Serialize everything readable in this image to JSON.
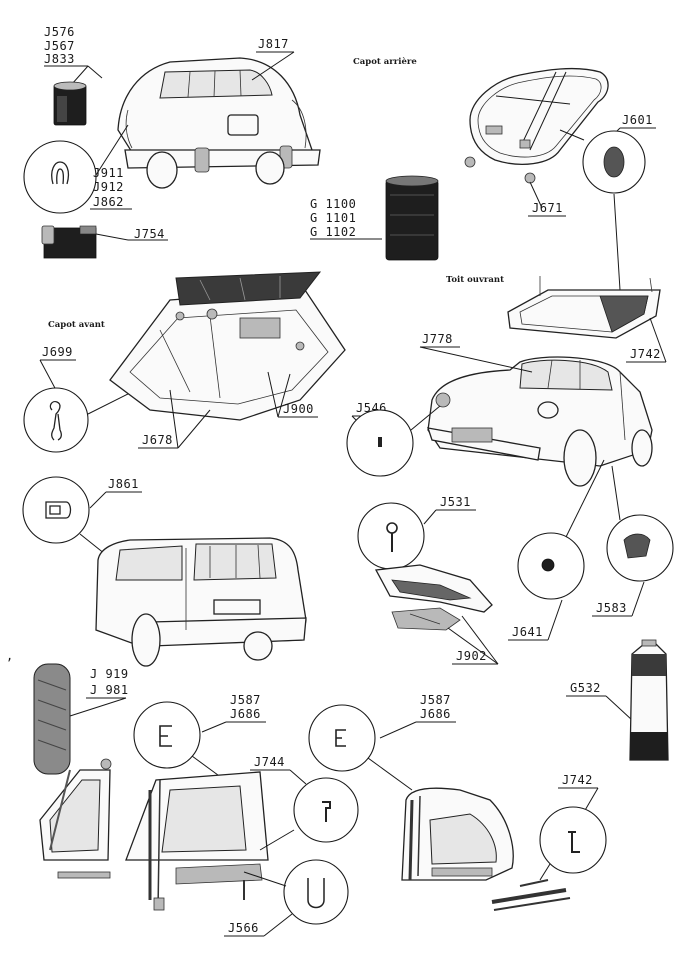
{
  "sections": {
    "capot_arriere": "Capot arrière",
    "toit_ouvrant": "Toit ouvrant",
    "capot_avant": "Capot avant"
  },
  "parts": {
    "J576": "J576",
    "J567": "J567",
    "J833": "J833",
    "J817": "J817",
    "J911": "J911",
    "J912": "J912",
    "J862": "J862",
    "J754": "J754",
    "G1100": "G 1100",
    "G1101": "G 1101",
    "G1102": "G 1102",
    "J601": "J601",
    "J671": "J671",
    "J742a": "J742",
    "J699": "J699",
    "J900": "J900",
    "J678": "J678",
    "J778": "J778",
    "J546": "J546",
    "J861": "J861",
    "J531": "J531",
    "J641": "J641",
    "J583": "J583",
    "J902": "J902",
    "J919": "J 919",
    "J981": "J 981",
    "J587a": "J587",
    "J686a": "J686",
    "J744": "J744",
    "J566": "J566",
    "J587b": "J587",
    "J686b": "J686",
    "G532": "G532",
    "J742b": "J742"
  },
  "colors": {
    "ink": "#1a1a1a",
    "paper": "#ffffff"
  }
}
